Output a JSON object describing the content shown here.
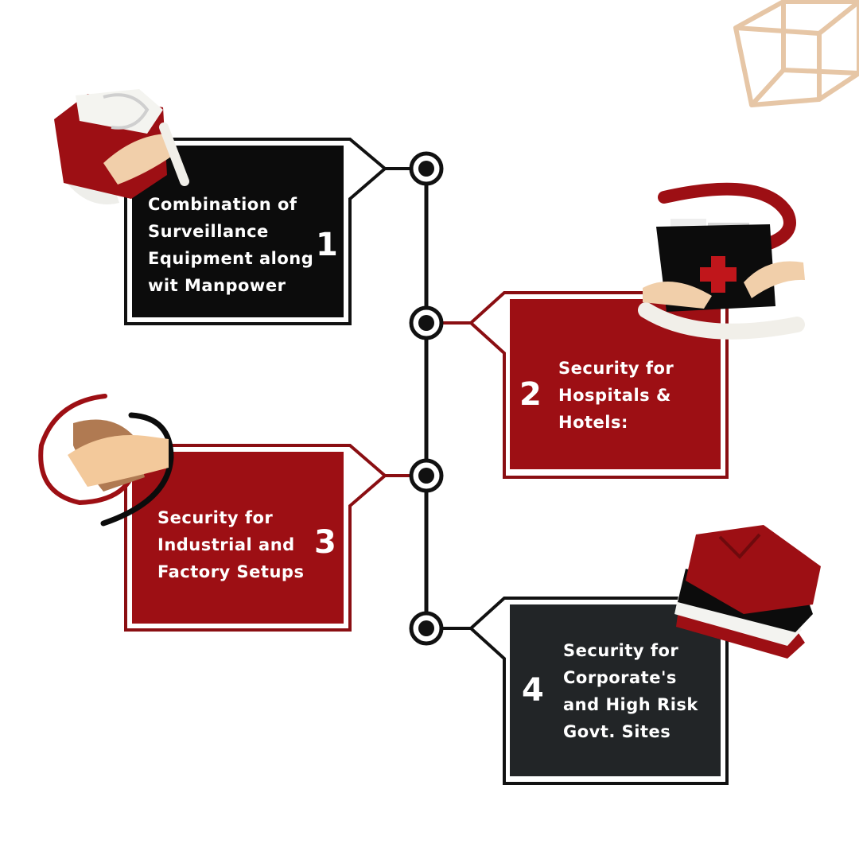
{
  "colors": {
    "background": "#ffffff",
    "black_card": "#0c0c0c",
    "red_card": "#9d0f14",
    "dark_card": "#222527",
    "spine": "#111111",
    "red_connector": "#8a0e12",
    "cube": "#e6c6a6"
  },
  "steps": [
    {
      "number": "1",
      "label": "Combination of\nSurveillance\nEquipment along\nwit Manpower",
      "icon": "folded-cloth-in-hands-icon"
    },
    {
      "number": "2",
      "label": "Security for\nHospitals &\nHotels:",
      "icon": "first-aid-kit-icon"
    },
    {
      "number": "3",
      "label": "Security for\nIndustrial and\nFactory Setups",
      "icon": "handshake-icon"
    },
    {
      "number": "4",
      "label": "Security for\nCorporate's\nand High Risk\nGovt. Sites",
      "icon": "stacked-shirts-icon"
    }
  ]
}
